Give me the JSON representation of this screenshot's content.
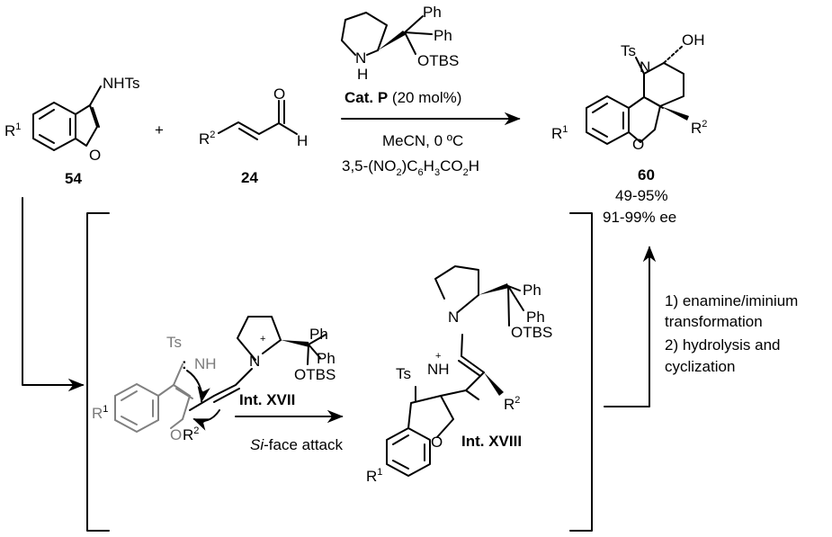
{
  "reactants": {
    "compound54": {
      "substituent": "NHTs",
      "r1": "R",
      "r1_sup": "1",
      "o_atom": "O",
      "id": "54"
    },
    "plus": "+",
    "compound24": {
      "r2": "R",
      "r2_sup": "2",
      "o_atom": "O",
      "h_atom": "H",
      "id": "24"
    }
  },
  "catalyst": {
    "n": "N",
    "h": "H",
    "ph1": "Ph",
    "ph2": "Ph",
    "otbs": "OTBS",
    "name": "Cat. P",
    "loading": " (20 mol%)"
  },
  "conditions": {
    "solvent": "MeCN, 0 ºC",
    "additive_prefix": "3,5-(NO",
    "additive_sub1": "2",
    "additive_mid": ")C",
    "additive_sub2": "6",
    "additive_h": "H",
    "additive_sub3": "3",
    "additive_co": "CO",
    "additive_sub4": "2",
    "additive_end": "H"
  },
  "product": {
    "ts": "Ts",
    "n": "N",
    "oh": "OH",
    "o_atom": "O",
    "r1": "R",
    "r1_sup": "1",
    "r2": "R",
    "r2_sup": "2",
    "id": "60",
    "yield": "49-95%",
    "ee": "91-99% ee"
  },
  "intermediate17": {
    "ts": "Ts",
    "nh": "NH",
    "lone_pair": ":",
    "n": "N",
    "plus": "+",
    "ph1": "Ph",
    "ph2": "Ph",
    "otbs": "OTBS",
    "r1": "R",
    "r1_sup": "1",
    "o_atom": "O",
    "r2": "R",
    "r2_sup": "2",
    "label": "Int. XVII"
  },
  "attack": {
    "italic": "Si",
    "rest": "-face attack"
  },
  "intermediate18": {
    "ts": "Ts",
    "nh": "NH",
    "plus": "+",
    "n": "N",
    "ph1": "Ph",
    "ph2": "Ph",
    "otbs": "OTBS",
    "o_atom": "O",
    "r1": "R",
    "r1_sup": "1",
    "r2": "R",
    "r2_sup": "2",
    "label": "Int. XVIII"
  },
  "steps": {
    "line1": "1) enamine/iminium",
    "line2": "transformation",
    "line3": "2) hydrolysis and",
    "line4": "cyclization"
  }
}
